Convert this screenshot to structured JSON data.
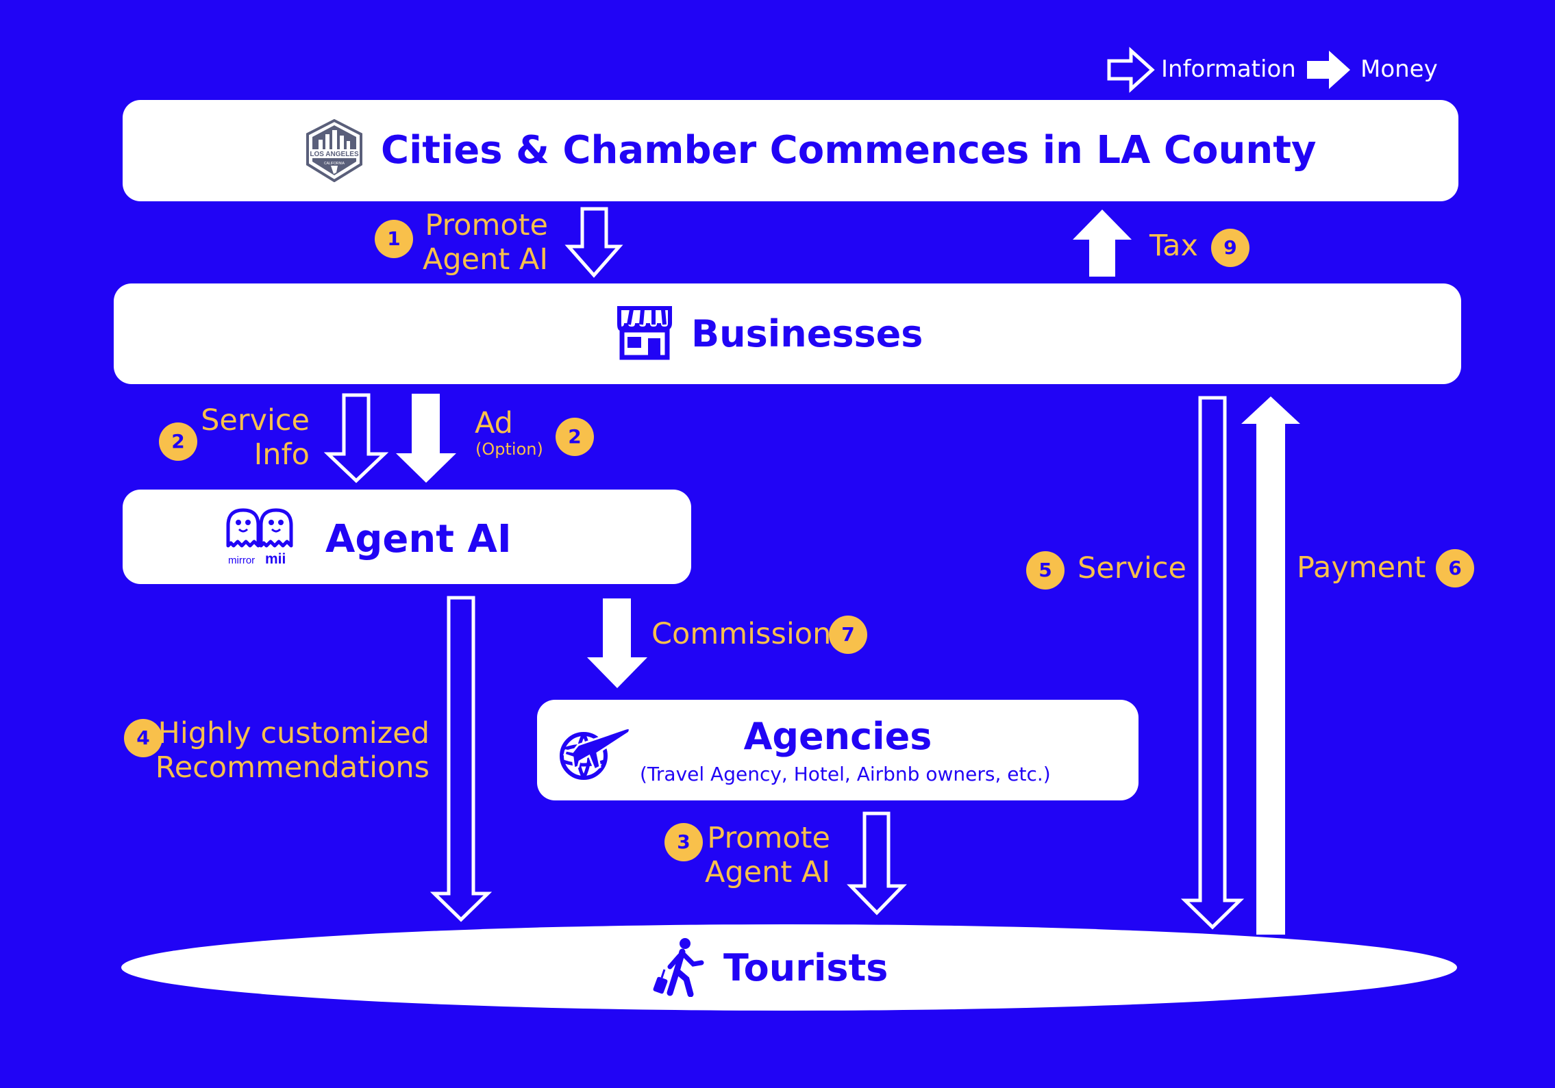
{
  "legend": {
    "information_label": "Information",
    "money_label": "Money"
  },
  "nodes": {
    "cities": {
      "title": "Cities & Chamber Commences in LA County",
      "logo_text_top": "LOS ANGELES",
      "logo_text_bottom": "CALIFORNIA"
    },
    "businesses": {
      "title": "Businesses"
    },
    "agent_ai": {
      "title": "Agent AI",
      "logo_text_a": "mirror",
      "logo_text_b": "mii"
    },
    "agencies": {
      "title": "Agencies",
      "subtitle": "(Travel Agency, Hotel, Airbnb owners, etc.)"
    },
    "tourists": {
      "title": "Tourists"
    }
  },
  "flows": [
    {
      "step": "1",
      "line1": "Promote",
      "line2": "Agent AI",
      "kind": "information"
    },
    {
      "step": "2",
      "line1": "Service",
      "line2": "Info",
      "kind": "information"
    },
    {
      "step": "2",
      "line1": "Ad",
      "line2": "(Option)",
      "kind": "money"
    },
    {
      "step": "3",
      "line1": "Promote",
      "line2": "Agent AI",
      "kind": "information"
    },
    {
      "step": "4",
      "line1": "Highly customized",
      "line2": "Recommendations",
      "kind": "information"
    },
    {
      "step": "5",
      "line1": "Service",
      "kind": "information"
    },
    {
      "step": "6",
      "line1": "Payment",
      "kind": "money"
    },
    {
      "step": "7",
      "line1": "Commission",
      "kind": "money"
    },
    {
      "step": "9",
      "line1": "Tax",
      "kind": "money"
    }
  ],
  "colors": {
    "background": "#2104F5",
    "box": "#FFFFFF",
    "accent": "#F8C04B"
  }
}
